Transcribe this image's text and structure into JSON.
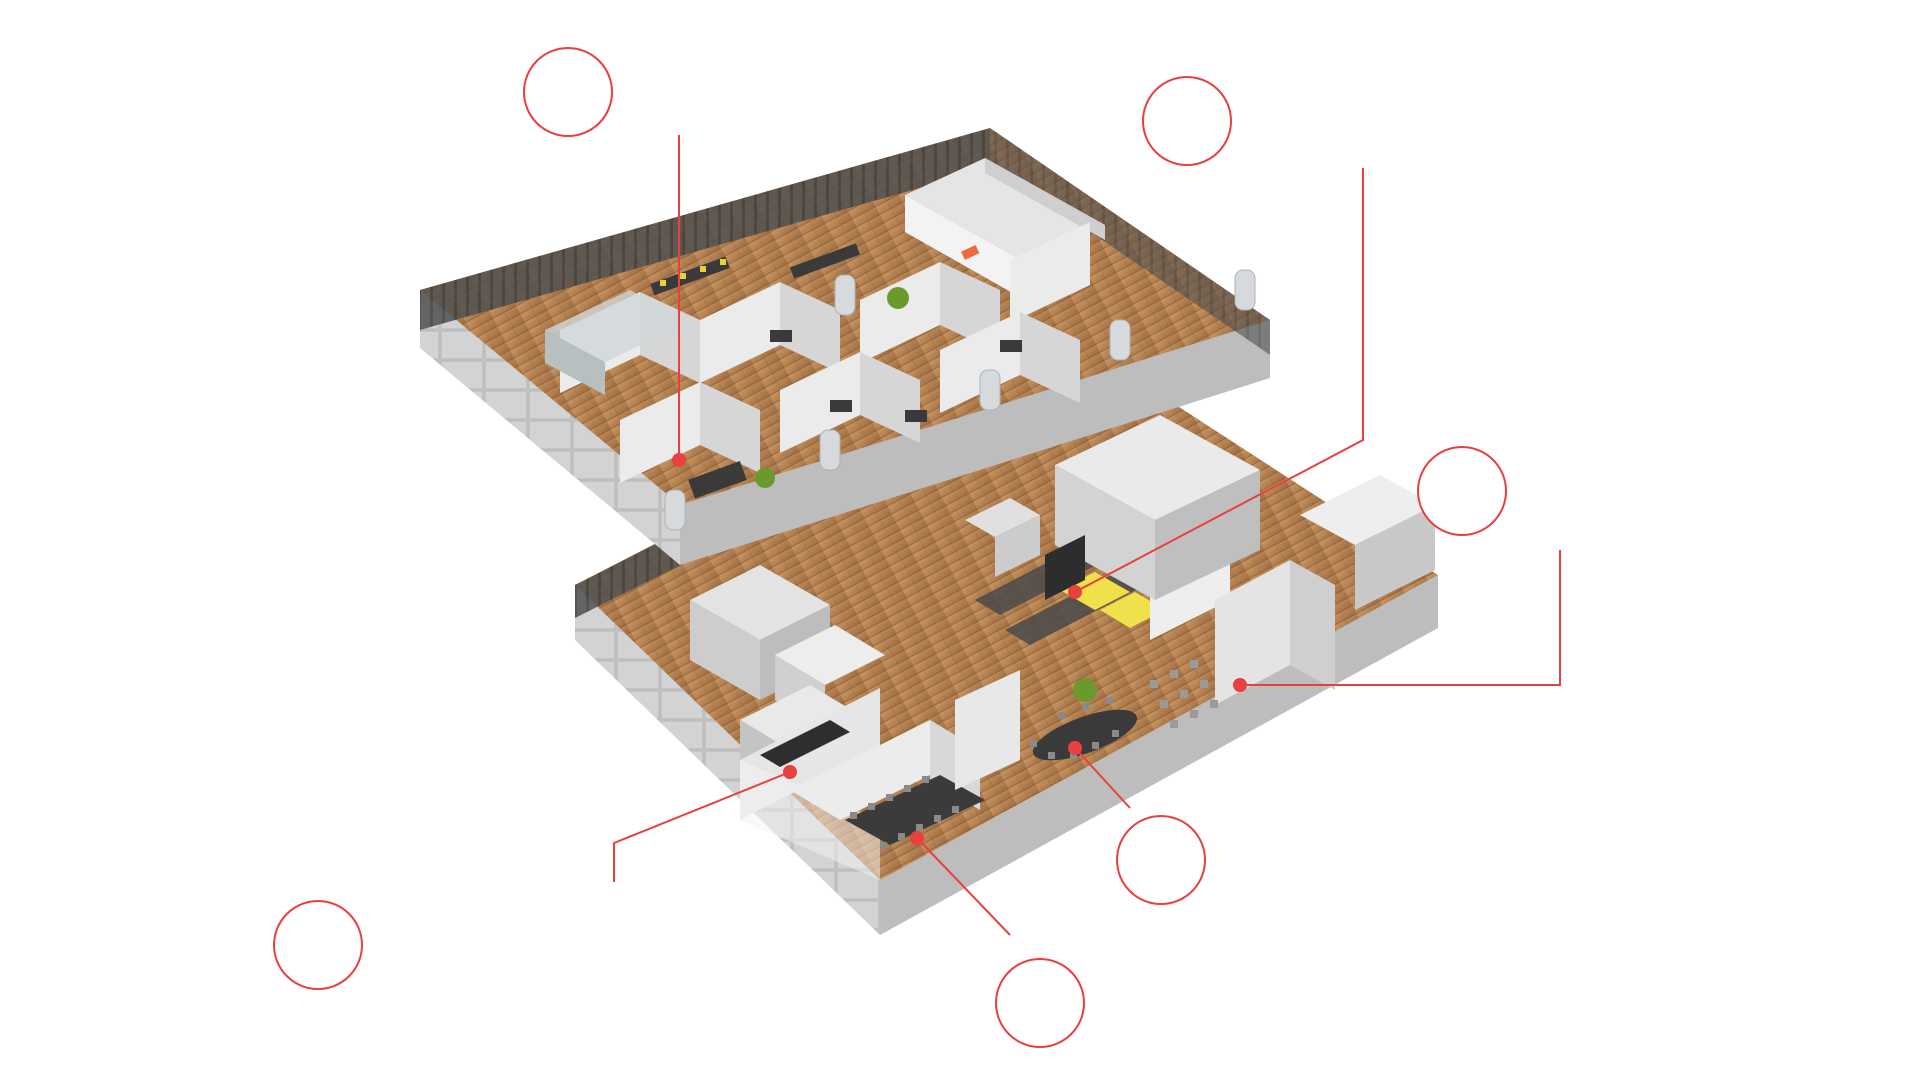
{
  "colors": {
    "accent": "#e8403f",
    "floor": "#b5804f",
    "wall_face": "#d7d7d7",
    "wall_top": "#f2f2f2",
    "glass": "#4a4a4a",
    "desk": "#3a3a3a",
    "chair": "#8c8c8c",
    "plant": "#6a9a2c",
    "logo": "#f26a3a",
    "background": "#ffffff"
  },
  "hotspots": [
    {
      "id": "upper-floor-office"
    },
    {
      "id": "upper-floor-lounge"
    },
    {
      "id": "open-workspace"
    },
    {
      "id": "kitchen-dining"
    },
    {
      "id": "meeting-room"
    },
    {
      "id": "boardroom"
    },
    {
      "id": "reception"
    }
  ]
}
